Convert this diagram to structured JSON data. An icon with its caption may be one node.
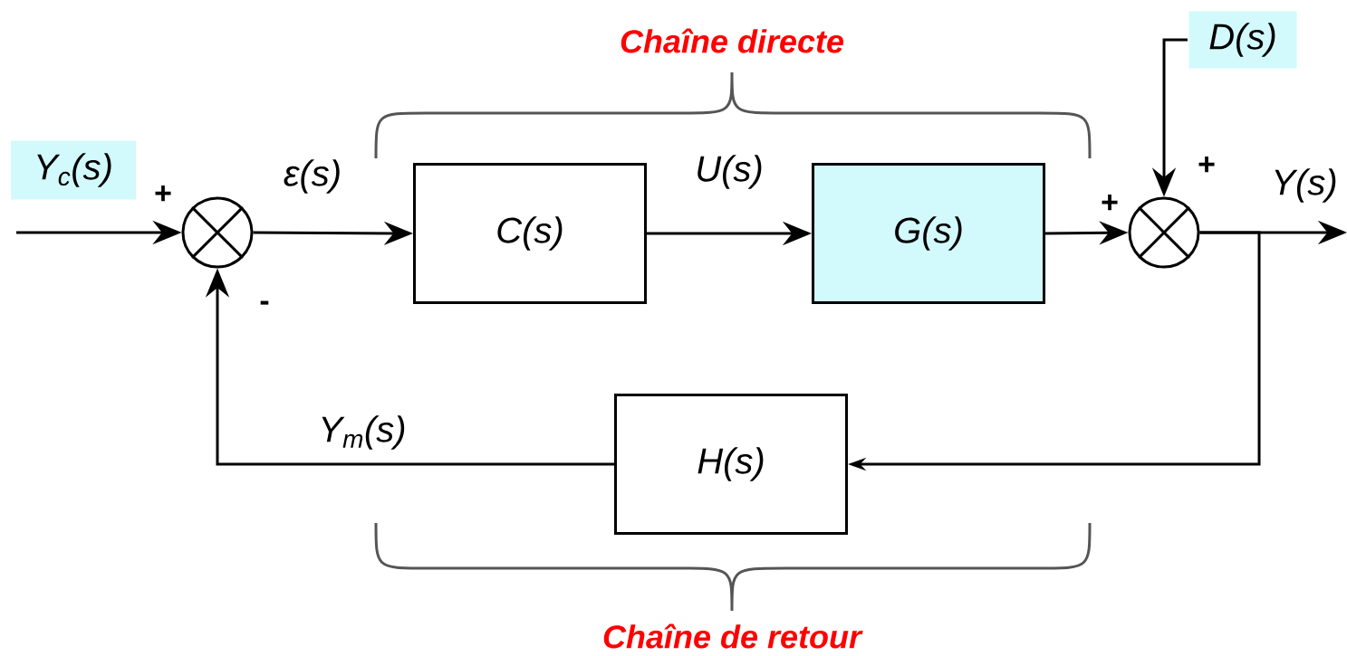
{
  "diagram": {
    "nodes": [
      {
        "text": [
          "Y$_{c}$(s)"
        ]
      },
      {
        "text": [],
        "shape": "circle"
      },
      {
        "text": [
          "C(s)"
        ]
      },
      {
        "text": [
          "G(s)"
        ]
      },
      {
        "text": [
          "D(s)"
        ]
      },
      {
        "text": [],
        "shape": "circle"
      },
      {
        "text": [
          "H(s)"
        ]
      }
    ],
    "edges": [
      {
        "from": null,
        "to": 1,
        "arrow": "to"
      },
      {
        "from": 1,
        "to": 2,
        "arrow": "to",
        "label": "ε(s)"
      },
      {
        "from": 2,
        "to": 3,
        "arrow": "to",
        "label": "U(s)"
      },
      {
        "from": 3,
        "to": 5,
        "arrow": "to"
      },
      {
        "from": 4,
        "to": 5,
        "arrow": "to"
      },
      {
        "from": 5,
        "to": null,
        "arrow": "to",
        "label": "Y(s)"
      },
      {
        "from": 5,
        "to": 6,
        "arrow": "to"
      },
      {
        "from": 6,
        "to": 1,
        "arrow": "to",
        "label": "Y$_{m}$(s)"
      }
    ],
    "labels": [
      "Chaîne directe",
      "+",
      "-",
      "+",
      "+",
      "Chaîne de retour"
    ]
  }
}
